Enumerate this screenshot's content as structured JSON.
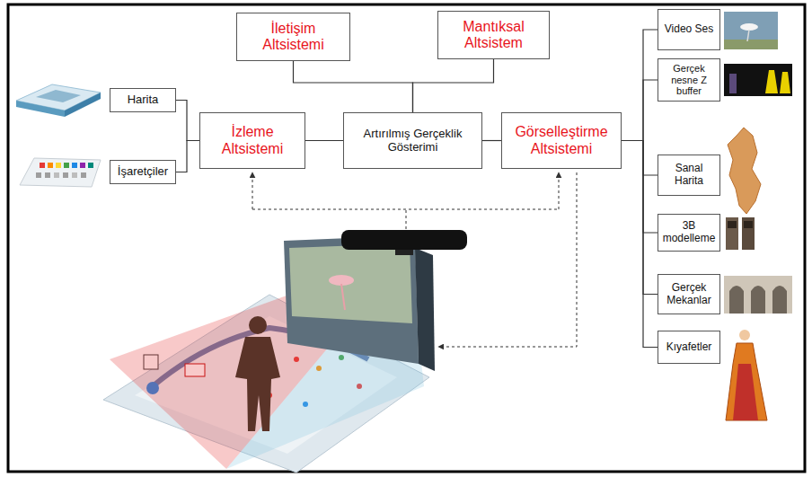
{
  "diagram": {
    "nodes": [
      {
        "text": [
          "İletişim Altsistemi"
        ]
      },
      {
        "text": [
          "Mantıksal Altsistem"
        ]
      },
      {
        "text": [
          "Video Ses"
        ]
      },
      {
        "text": [
          "Gerçek nesne Z buffer"
        ]
      },
      {
        "text": [
          "Harita"
        ]
      },
      {
        "text": [
          "İzleme Altsistemi"
        ]
      },
      {
        "text": [
          "Artırılmış Gerçeklik Gösterimi"
        ]
      },
      {
        "text": [
          "Görselleştirme Altsistemi"
        ]
      },
      {
        "text": [
          "Sanal Harita"
        ]
      },
      {
        "text": [
          "İşaretçiler"
        ]
      },
      {
        "text": [
          "3B modelleme"
        ]
      },
      {
        "text": [
          "Gerçek Mekanlar"
        ]
      },
      {
        "text": [
          "Kıyafetler"
        ]
      }
    ],
    "edges": [
      {
        "from": 0,
        "to": 6,
        "arrow": "none"
      },
      {
        "from": 1,
        "to": 6,
        "arrow": "none"
      },
      {
        "from": 4,
        "to": 5,
        "arrow": "none"
      },
      {
        "from": 9,
        "to": 5,
        "arrow": "none"
      },
      {
        "from": 5,
        "to": 6,
        "arrow": "none"
      },
      {
        "from": 6,
        "to": 7,
        "arrow": "none"
      },
      {
        "from": 7,
        "to": 2,
        "arrow": "none"
      },
      {
        "from": 7,
        "to": 3,
        "arrow": "none"
      },
      {
        "from": 7,
        "to": 8,
        "arrow": "none"
      },
      {
        "from": 7,
        "to": 10,
        "arrow": "none"
      },
      {
        "from": 7,
        "to": 11,
        "arrow": "none"
      },
      {
        "from": 7,
        "to": 12,
        "arrow": "none"
      }
    ]
  }
}
